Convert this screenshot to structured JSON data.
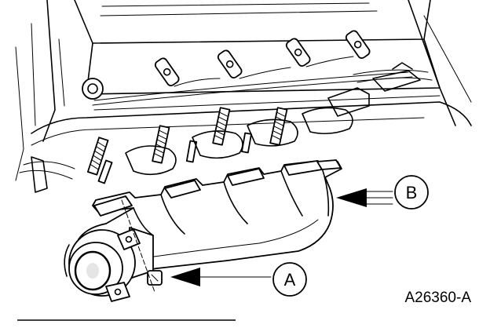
{
  "diagram": {
    "callouts": {
      "a": {
        "letter": "A"
      },
      "b": {
        "letter": "B"
      }
    },
    "figure_id": "A26360-A",
    "colors": {
      "ink": "#000000",
      "paper": "#ffffff"
    }
  }
}
